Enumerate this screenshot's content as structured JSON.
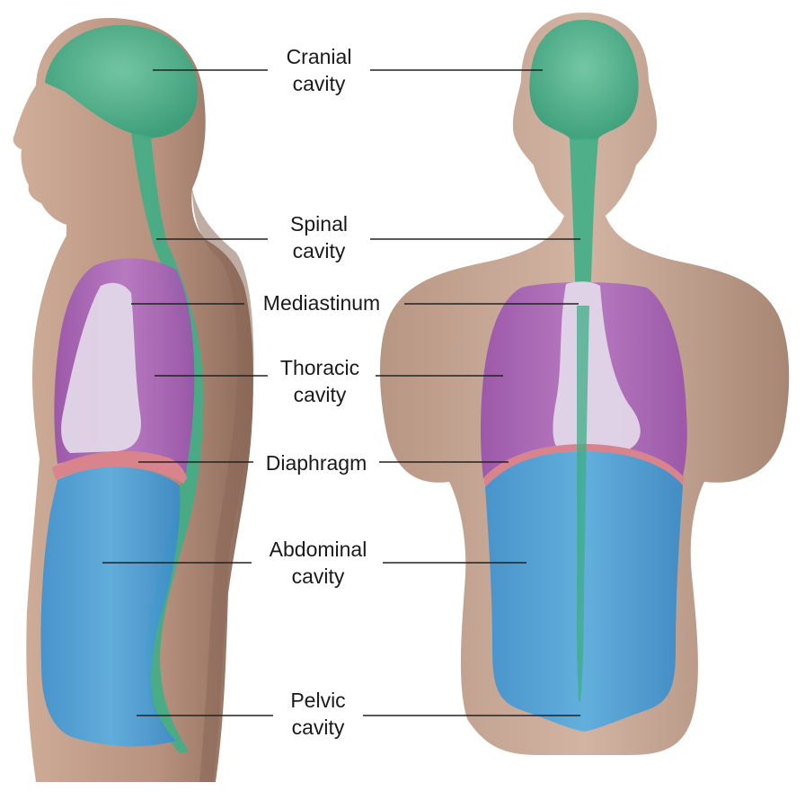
{
  "diagram": {
    "labels": {
      "cranial": {
        "line1": "Cranial",
        "line2": "cavity"
      },
      "spinal": {
        "line1": "Spinal",
        "line2": "cavity"
      },
      "mediastinum": {
        "line1": "Mediastinum"
      },
      "thoracic": {
        "line1": "Thoracic",
        "line2": "cavity"
      },
      "diaphragm": {
        "line1": "Diaphragm"
      },
      "abdominal": {
        "line1": "Abdominal",
        "line2": "cavity"
      },
      "pelvic": {
        "line1": "Pelvic",
        "line2": "cavity"
      }
    },
    "colors": {
      "skin": "#c8a690",
      "skin_shadow": "#9a7868",
      "cranial_spinal": "#3fae86",
      "thoracic": "#a35fb0",
      "mediastinum": "#e0d4e6",
      "diaphragm": "#d9848c",
      "abdominopelvic": "#4a9fd8",
      "leader_line": "#222222"
    }
  }
}
